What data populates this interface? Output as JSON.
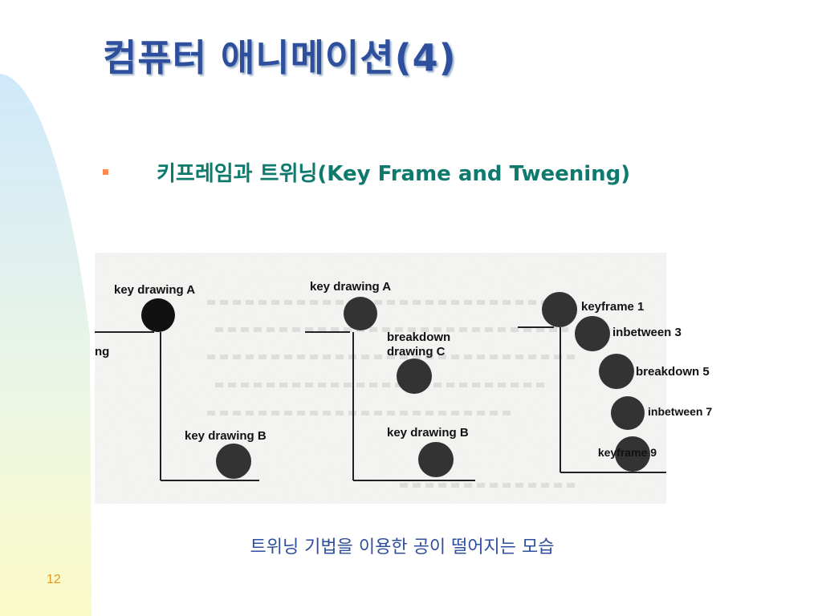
{
  "slide": {
    "title": "컴퓨터 애니메이션(4)",
    "bullet": "키프레임과 트위닝(Key Frame and Tweening)",
    "caption": "트위닝 기법을 이용한 공이 떨어지는 모습",
    "page_number": "12"
  },
  "colors": {
    "title": "#2e4f9e",
    "bullet_text": "#0e7a6e",
    "bullet_marker": "#ff8a4d",
    "caption": "#2e4f9e",
    "page_number": "#e59a1c"
  },
  "figure": {
    "panel1": {
      "top_label": "key drawing A",
      "bottom_label": "key drawing B",
      "cut_label": "ng"
    },
    "panel2": {
      "top_label": "key drawing A",
      "middle_label_line1": "breakdown",
      "middle_label_line2": "drawing C",
      "bottom_label": "key drawing B"
    },
    "panel3": {
      "labels": [
        "keyframe 1",
        "inbetween 3",
        "breakdown 5",
        "inbetween 7",
        "keyframe 9"
      ]
    }
  }
}
